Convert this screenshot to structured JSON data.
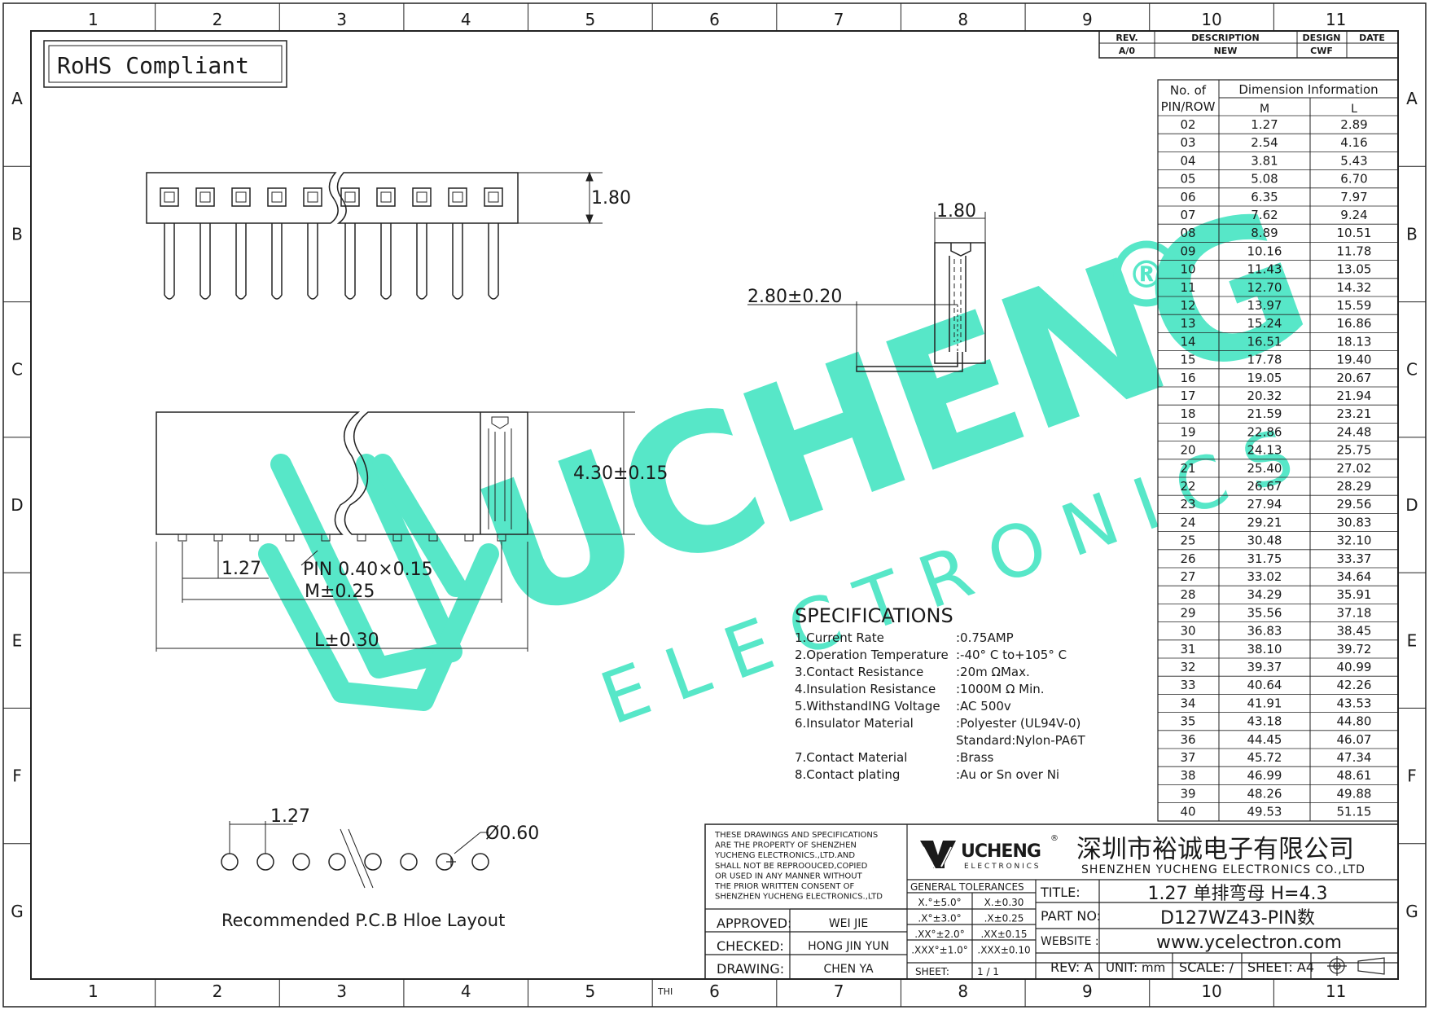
{
  "frame": {
    "col_labels": [
      "1",
      "2",
      "3",
      "4",
      "5",
      "6",
      "7",
      "8",
      "9",
      "10",
      "11"
    ],
    "row_labels": [
      "A",
      "B",
      "C",
      "D",
      "E",
      "F",
      "G"
    ],
    "bottom_mark": "THI"
  },
  "rohs": {
    "label": "RoHS Compliant"
  },
  "revision": {
    "headers": [
      "REV.",
      "DESCRIPTION",
      "DESIGN",
      "DATE"
    ],
    "row": [
      "A/0",
      "NEW",
      "CWF",
      ""
    ]
  },
  "dimension_table": {
    "header_left": "No. of PIN/ROW",
    "header_left_line1": "No.  of",
    "header_left_line2": "PIN/ROW",
    "header_right": "Dimension  Information",
    "col_m": "M",
    "col_l": "L",
    "rows": [
      [
        "02",
        "1.27",
        "2.89"
      ],
      [
        "03",
        "2.54",
        "4.16"
      ],
      [
        "04",
        "3.81",
        "5.43"
      ],
      [
        "05",
        "5.08",
        "6.70"
      ],
      [
        "06",
        "6.35",
        "7.97"
      ],
      [
        "07",
        "7.62",
        "9.24"
      ],
      [
        "08",
        "8.89",
        "10.51"
      ],
      [
        "09",
        "10.16",
        "11.78"
      ],
      [
        "10",
        "11.43",
        "13.05"
      ],
      [
        "11",
        "12.70",
        "14.32"
      ],
      [
        "12",
        "13.97",
        "15.59"
      ],
      [
        "13",
        "15.24",
        "16.86"
      ],
      [
        "14",
        "16.51",
        "18.13"
      ],
      [
        "15",
        "17.78",
        "19.40"
      ],
      [
        "16",
        "19.05",
        "20.67"
      ],
      [
        "17",
        "20.32",
        "21.94"
      ],
      [
        "18",
        "21.59",
        "23.21"
      ],
      [
        "19",
        "22.86",
        "24.48"
      ],
      [
        "20",
        "24.13",
        "25.75"
      ],
      [
        "21",
        "25.40",
        "27.02"
      ],
      [
        "22",
        "26.67",
        "28.29"
      ],
      [
        "23",
        "27.94",
        "29.56"
      ],
      [
        "24",
        "29.21",
        "30.83"
      ],
      [
        "25",
        "30.48",
        "32.10"
      ],
      [
        "26",
        "31.75",
        "33.37"
      ],
      [
        "27",
        "33.02",
        "34.64"
      ],
      [
        "28",
        "34.29",
        "35.91"
      ],
      [
        "29",
        "35.56",
        "37.18"
      ],
      [
        "30",
        "36.83",
        "38.45"
      ],
      [
        "31",
        "38.10",
        "39.72"
      ],
      [
        "32",
        "39.37",
        "40.99"
      ],
      [
        "33",
        "40.64",
        "42.26"
      ],
      [
        "34",
        "41.91",
        "43.53"
      ],
      [
        "35",
        "43.18",
        "44.80"
      ],
      [
        "36",
        "44.45",
        "46.07"
      ],
      [
        "37",
        "45.72",
        "47.34"
      ],
      [
        "38",
        "46.99",
        "48.61"
      ],
      [
        "39",
        "48.26",
        "49.88"
      ],
      [
        "40",
        "49.53",
        "51.15"
      ]
    ]
  },
  "dims": {
    "top_height": "1.80",
    "side_width": "1.80",
    "side_pin": "2.80±0.20",
    "front_height": "4.30±0.15",
    "pitch": "1.27",
    "pin_size": "PIN  0.40×0.15",
    "m_dim": "M±0.25",
    "l_dim": "L±0.30",
    "pcb_pitch": "1.27",
    "pcb_hole": "Ø0.60",
    "pcb_caption": "Recommended P.C.B Hloe Layout"
  },
  "watermark": {
    "brand": "UCHENG",
    "sub": "E L E C T R O N I C S",
    "registered": "®",
    "color": "#4ee6c6"
  },
  "specifications": {
    "title": "SPECIFICATIONS",
    "items": [
      {
        "label": "1.Current Rate",
        "value": ":0.75AMP"
      },
      {
        "label": "2.Operation Temperature",
        "value": ":-40° C to+105° C"
      },
      {
        "label": "3.Contact Resistance",
        "value": ":20m      ΩMax."
      },
      {
        "label": "4.Insulation Resistance",
        "value": ":1000M  Ω Min."
      },
      {
        "label": "5.WithstandING Voltage",
        "value": ":AC 500v"
      },
      {
        "label": "6.Insulator Material",
        "value": ":Polyester (UL94V-0)"
      },
      {
        "label": "",
        "value": " Standard:Nylon-PA6T"
      },
      {
        "label": "7.Contact Material",
        "value": " :Brass"
      },
      {
        "label": "8.Contact plating",
        "value": " :Au or Sn over Ni"
      }
    ]
  },
  "title_block": {
    "notice": [
      "THESE DRAWINGS AND SPECIFICATIONS",
      "ARE THE PROPERTY OF SHENZHEN",
      "YUCHENG ELECTRONICS.,LTD.AND",
      "SHALL NOT BE REPROOUCED,COPIED",
      "OR USED IN ANY MANNER WITHOUT",
      "THE PRIOR WRITTEN CONSENT OF",
      "SHENZHEN YUCHENG ELECTRONICS.,LTD"
    ],
    "logo_main": "UCHENG",
    "logo_reg": "®",
    "logo_sub": "E L E C T R O N I C S",
    "company_cn": "深圳市裕诚电子有限公司",
    "company_en": "SHENZHEN YUCHENG ELECTRONICS CO.,LTD",
    "tolerances_title": "GENERAL TOLERANCES",
    "tolerances": [
      [
        "X.°±5.0°",
        "X.±0.30"
      ],
      [
        ".X°±3.0°",
        ".X±0.25"
      ],
      [
        ".XX°±2.0°",
        ".XX±0.15"
      ],
      [
        ".XXX°±1.0°",
        ".XXX±0.10"
      ]
    ],
    "approved_label": "APPROVED:",
    "approved_value": "WEI JIE",
    "checked_label": "CHECKED:",
    "checked_value": "HONG JIN YUN",
    "drawing_label": "DRAWING:",
    "drawing_value": "CHEN YA",
    "sheet_label": "SHEET:",
    "sheet_value": "1 / 1",
    "title_label": "TITLE:",
    "title_value": "1.27 单排弯母 H=4.3",
    "part_label": "PART NO:",
    "part_value": "D127WZ43-PIN数",
    "website_label": "WEBSITE :",
    "website_value": "www.ycelectron.com",
    "rev": "REV: A",
    "unit": "UNIT: mm",
    "scale": "SCALE: /",
    "sheet_size": "SHEET: A4"
  }
}
